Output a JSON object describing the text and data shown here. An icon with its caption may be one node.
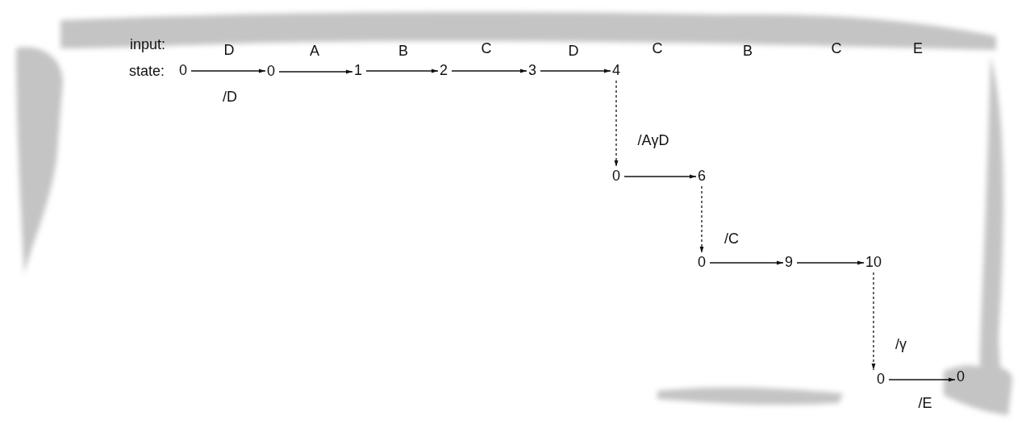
{
  "diagram": {
    "nodes": [
      {
        "text": [
          "0"
        ]
      },
      {
        "text": [
          "0"
        ]
      },
      {
        "text": [
          "1"
        ]
      },
      {
        "text": [
          "2"
        ]
      },
      {
        "text": [
          "3"
        ]
      },
      {
        "text": [
          "4"
        ]
      },
      {
        "text": [
          "0"
        ]
      },
      {
        "text": [
          "6"
        ]
      },
      {
        "text": [
          "0"
        ]
      },
      {
        "text": [
          "9"
        ]
      },
      {
        "text": [
          "10"
        ]
      },
      {
        "text": [
          "0"
        ]
      },
      {
        "text": [
          "0"
        ]
      }
    ],
    "edges": [
      {
        "from": 0,
        "to": 1,
        "arrow": "to",
        "label": "/D"
      },
      {
        "from": 1,
        "to": 2,
        "arrow": "to"
      },
      {
        "from": 2,
        "to": 3,
        "arrow": "to"
      },
      {
        "from": 3,
        "to": 4,
        "arrow": "to"
      },
      {
        "from": 4,
        "to": 5,
        "arrow": "to"
      },
      {
        "from": 5,
        "to": 6,
        "arrow": "to",
        "style": "dashed",
        "label": "/AγD"
      },
      {
        "from": 6,
        "to": 7,
        "arrow": "to"
      },
      {
        "from": 7,
        "to": 8,
        "arrow": "to",
        "style": "dashed",
        "label": "/C"
      },
      {
        "from": 8,
        "to": 9,
        "arrow": "to"
      },
      {
        "from": 9,
        "to": 10,
        "arrow": "to"
      },
      {
        "from": 10,
        "to": 11,
        "arrow": "to",
        "style": "dashed",
        "label": "/γ"
      },
      {
        "from": 11,
        "to": 12,
        "arrow": "to",
        "label": "/E"
      }
    ],
    "labels": [
      "input:",
      "D",
      "A",
      "B",
      "C",
      "D",
      "C",
      "B",
      "C",
      "E",
      "state:"
    ]
  }
}
